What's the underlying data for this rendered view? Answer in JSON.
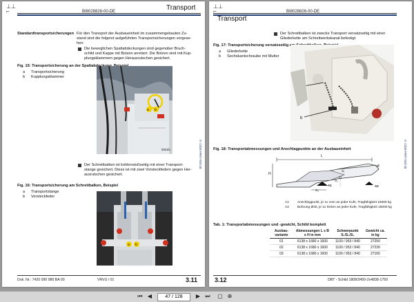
{
  "left_page": {
    "doc_code": "BI8028826-00-DE",
    "title": "Transport",
    "section_label": "Standardtransportsicherungen",
    "intro": [
      "Für den Transport der Ausbaueinheit im zusammengebauten Zu-",
      "stand sind die folgend aufgeführten Transportsicherungen vorgese-",
      "hen:"
    ],
    "bullet1": [
      "Die beweglichen Spaltabdeckungen sind gegenüber Bruch-",
      "schild und Kappe mit Bolzen arretiert. Die Bolzen sind mit Kup-",
      "plungsklammern gegen Herausrutschen gesichert."
    ],
    "fig15_caption": "Fig. 15:  Transportsicherung an der Spaltabdeckung, Beispiel",
    "fig15_legend": [
      {
        "key": "a",
        "text": "Transportsicherung"
      },
      {
        "key": "b",
        "text": "Kupplungsklammer"
      }
    ],
    "fig15_code": "0001fu",
    "bullet2": [
      "Der Schreitbalken ist kohlenstoßseitig mit einer Transport-",
      "stange gesichert. Diese ist mit zwei Vorsteckfedern gegen Her-",
      "ausrutschen gesichert."
    ],
    "fig16_caption": "Fig. 16:  Transportsicherung am Schreitbalken, Beispiel",
    "fig16_legend": [
      {
        "key": "a",
        "text": "Transportstange"
      },
      {
        "key": "b",
        "text": "Vorsteckfeder"
      }
    ],
    "footer_doc": "Dok. Nr.: 7420 090 980 BA 00",
    "footer_ver": "VRVU / 01",
    "page_number": "3.11",
    "sidebar": "Bl Orts-Lines-BSO ©"
  },
  "right_page": {
    "doc_code": "BI8028826-00-DE",
    "title": "Transport",
    "bullet1": [
      "Der Schreitbalken ist zwecks Transport versatzseitig mit einer",
      "Gliederkette am Schreitwerkskanal befestigt"
    ],
    "fig17_caption": "Fig. 17:  Transportsicherung versatzseitig am Schreitbalken, Beispiel",
    "fig17_legend": [
      {
        "key": "a",
        "text": "Gliederkette"
      },
      {
        "key": "b",
        "text": "Sechskantschraube mit Mutter"
      }
    ],
    "fig18_caption": "Fig. 18:  Transportabmessungen und Anschlagpunkte an der Ausbaueinheit",
    "drawing_labels": {
      "L": "L",
      "H": "H",
      "S1": "S₁",
      "S2": "S₂",
      "S3": "S₃",
      "A1": "A1",
      "A2": "A2",
      "B": "B"
    },
    "a_legend": [
      {
        "key": "A1",
        "text": "Anschlagpunkt, je 1x vorn an jeder Kufe, Tragfähigkeit 15000 kg"
      },
      {
        "key": "A2",
        "text": "Bohrung Ø40, je 1x hinten an jeder Kufe, Tragfähigkeit 15000 kg"
      }
    ],
    "table_caption": "Tab. 1:  Transportabmessungen und -gewicht, Schild komplett",
    "table_headers": [
      "Ausbau-variante",
      "Abmessungen L x B x H in mm",
      "Schwerpunkt S₁/S₂/S₃",
      "Gewicht ca. in kg"
    ],
    "table_rows": [
      [
        "01",
        "6138 x 1680 x 1600",
        "1100 / 953 / 840",
        "27250"
      ],
      [
        "02",
        "6138 x 1680 x 1600",
        "1100 / 953 / 840",
        "27230"
      ],
      [
        "03",
        "6138 x 1680 x 1600",
        "1100 / 953 / 840",
        "27165"
      ]
    ],
    "footer_doc": "DBT - Schild 1808/3450-2x4838-1750",
    "page_number": "3.12",
    "sidebar": "Bl Orts-Lines-BSO ©"
  },
  "toolbar": {
    "current_page": "47 / 128",
    "first_icon": "first-page-icon",
    "prev_icon": "prev-page-icon",
    "next_icon": "next-page-icon",
    "last_icon": "last-page-icon"
  },
  "colors": {
    "accent": "#1f3c73",
    "yellow": "#f2d000",
    "red": "#d03020"
  }
}
